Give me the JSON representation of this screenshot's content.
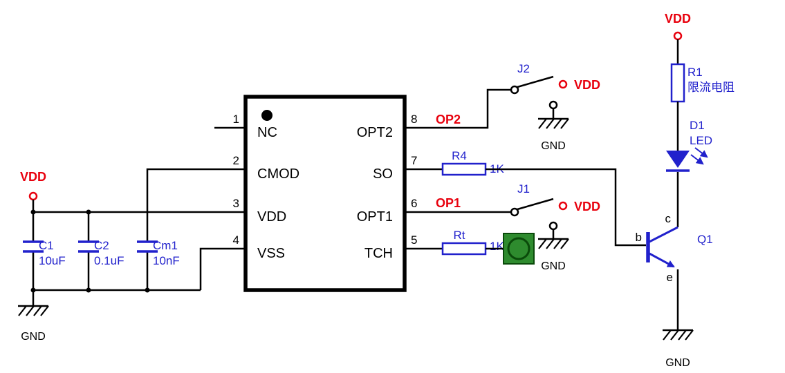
{
  "colors": {
    "wire": "#000000",
    "component_blue": "#2121cc",
    "net_red": "#e8000d",
    "pad_green": "#2e8b2e"
  },
  "left_power": {
    "vdd": "VDD",
    "gnd": "GND"
  },
  "capacitors": [
    {
      "ref": "C1",
      "value": "10uF"
    },
    {
      "ref": "C2",
      "value": "0.1uF"
    },
    {
      "ref": "Cm1",
      "value": "10nF"
    }
  ],
  "ic": {
    "left_pins": [
      {
        "num": "1",
        "name": "NC"
      },
      {
        "num": "2",
        "name": "CMOD"
      },
      {
        "num": "3",
        "name": "VDD"
      },
      {
        "num": "4",
        "name": "VSS"
      }
    ],
    "right_pins": [
      {
        "num": "8",
        "name": "OPT2"
      },
      {
        "num": "7",
        "name": "SO"
      },
      {
        "num": "6",
        "name": "OPT1"
      },
      {
        "num": "5",
        "name": "TCH"
      }
    ]
  },
  "nets": {
    "op2": "OP2",
    "op1": "OP1"
  },
  "jumpers": {
    "j2": {
      "ref": "J2",
      "vdd": "VDD",
      "gnd": "GND"
    },
    "j1": {
      "ref": "J1",
      "vdd": "VDD",
      "gnd": "GND"
    }
  },
  "resistors": {
    "r4": {
      "ref": "R4",
      "value": "1K"
    },
    "rt": {
      "ref": "Rt",
      "value": "1K"
    },
    "r1": {
      "ref": "R1",
      "desc": "限流电阻"
    }
  },
  "led": {
    "ref": "D1",
    "type": "LED"
  },
  "transistor": {
    "ref": "Q1",
    "b": "b",
    "c": "c",
    "e": "e"
  },
  "right_power": {
    "vdd": "VDD",
    "gnd": "GND"
  }
}
